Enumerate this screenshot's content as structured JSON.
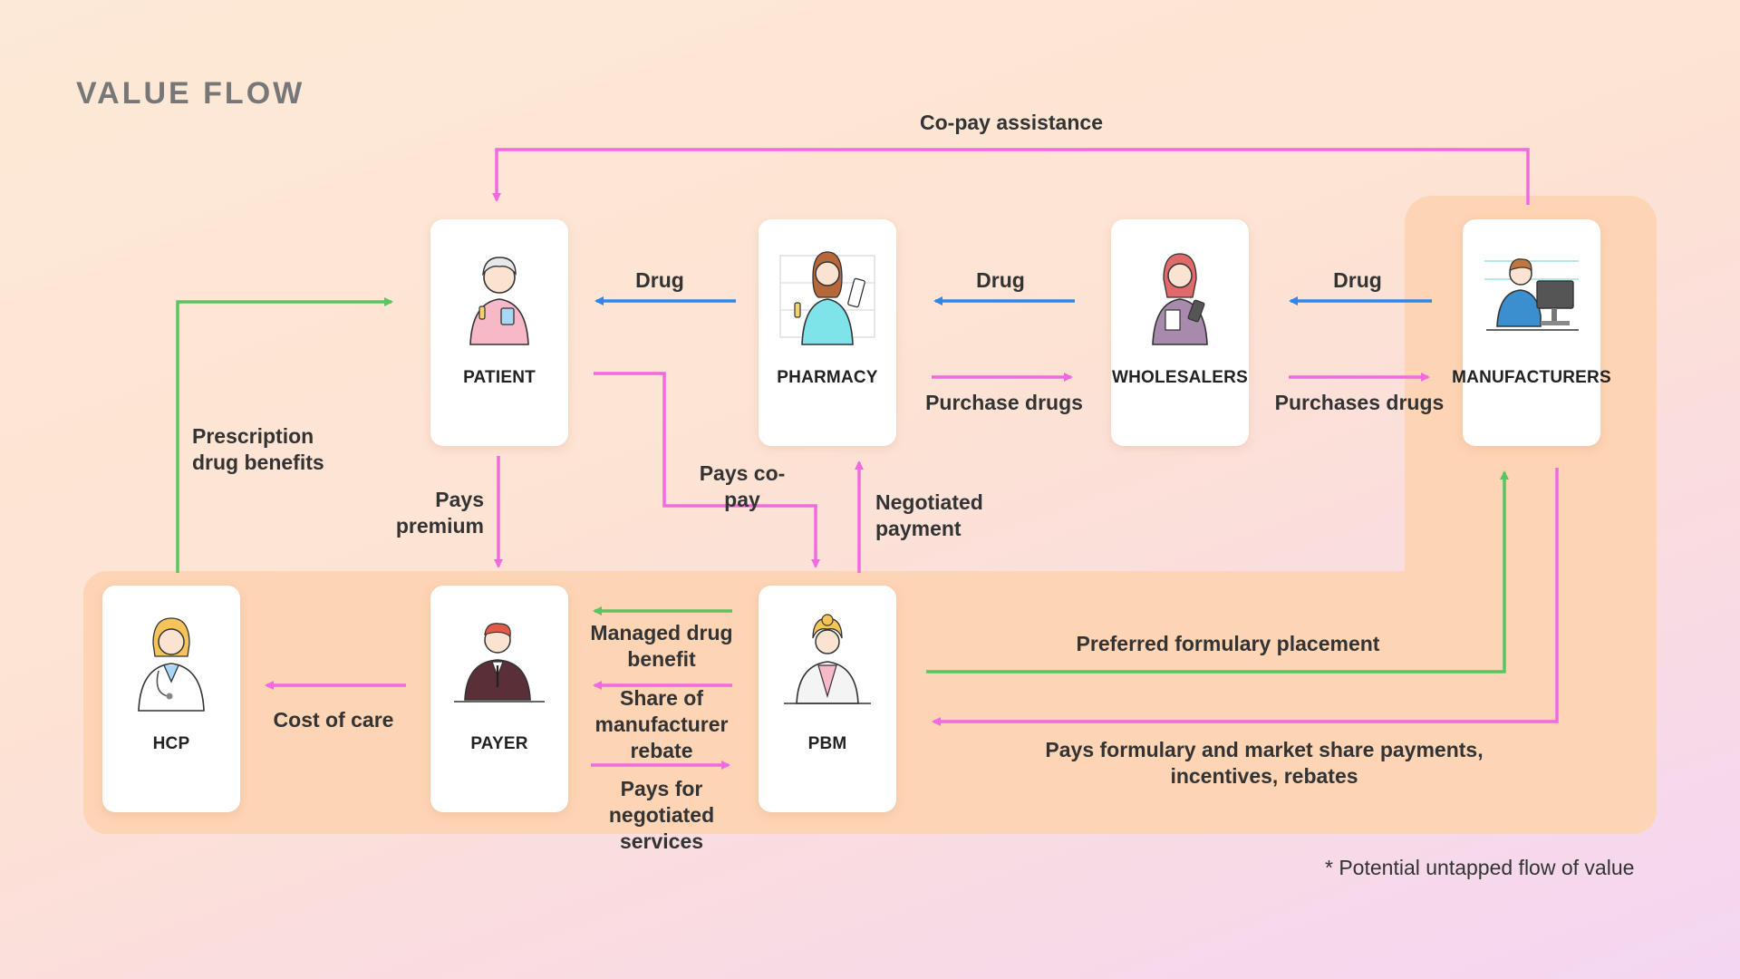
{
  "title": "VALUE FLOW",
  "entities": {
    "patient": "PATIENT",
    "pharmacy": "PHARMACY",
    "wholesalers": "WHOLESALERS",
    "manufacturers": "MANUFACTURERS",
    "hcp": "HCP",
    "payer": "PAYER",
    "pbm": "PBM"
  },
  "flows": {
    "copay_assistance": "Co-pay assistance",
    "drug_pharmacy_patient": "Drug",
    "drug_wholesaler_pharmacy": "Drug",
    "drug_manufacturer_wholesaler": "Drug",
    "purchase_drugs": "Purchase drugs",
    "purchases_drugs": "Purchases drugs",
    "prescription_drug_benefits": "Prescription drug benefits",
    "pays_premium": "Pays premium",
    "pays_copay": "Pays co-pay",
    "negotiated_payment": "Negotiated payment",
    "managed_drug_benefit": "Managed drug benefit",
    "share_of_manufacturer_rebate": "Share of manufacturer rebate",
    "pays_for_negotiated_services": "Pays for negotiated services",
    "cost_of_care": "Cost of care",
    "preferred_formulary_placement": "Preferred formulary placement",
    "pays_formulary_payments": "Pays formulary and market share payments, incentives, rebates"
  },
  "colors": {
    "drug_flow": "#2f86e8",
    "money_flow": "#f26ae0",
    "benefit_flow": "#5cc45e",
    "highlight_region": "#fdd4b4"
  },
  "footnote": "* Potential untapped flow of value"
}
